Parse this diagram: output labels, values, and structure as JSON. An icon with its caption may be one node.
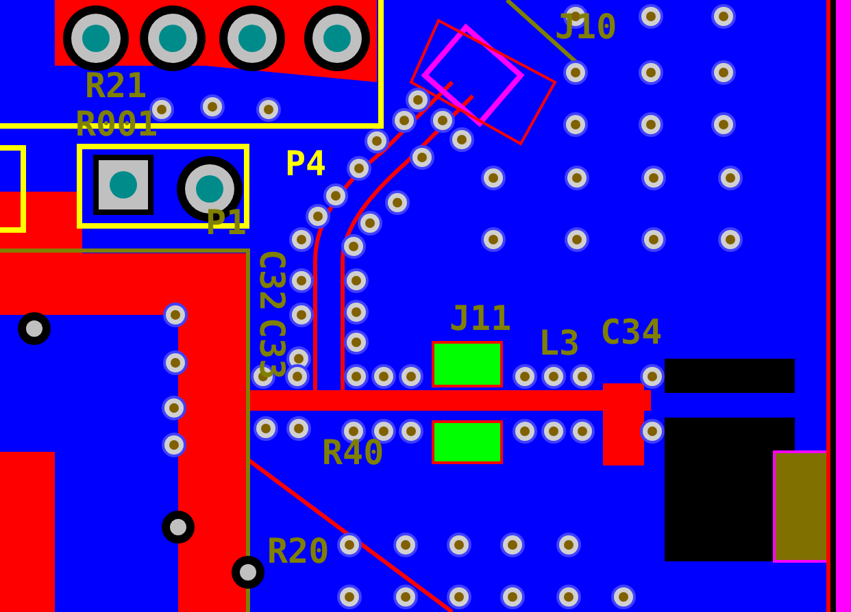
{
  "diagram": {
    "labels": [
      "R21",
      "R001",
      "P4",
      "P1",
      "J10",
      "C32",
      "C33",
      "J11",
      "L3",
      "C34",
      "R40",
      "R20"
    ]
  }
}
